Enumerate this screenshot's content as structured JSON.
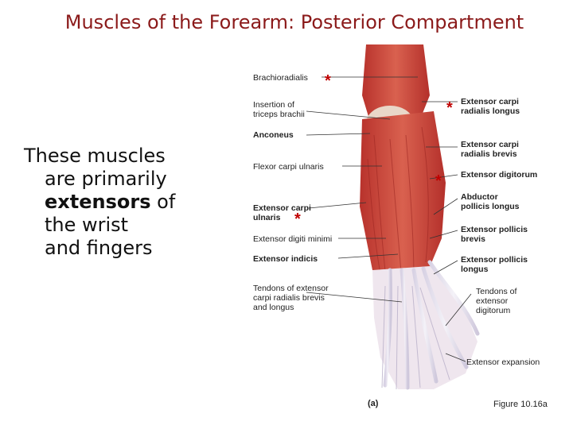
{
  "slide": {
    "title": "Muscles of the Forearm: Posterior Compartment",
    "body_lines": [
      "These muscles",
      "are primarily",
      "extensors",
      "of",
      "the wrist",
      "and fingers"
    ]
  },
  "figure": {
    "labels_left": [
      "Brachioradialis",
      "Insertion of",
      "triceps brachii",
      "Anconeus",
      "Flexor carpi ulnaris",
      "Extensor carpi",
      "ulnaris",
      "Extensor digiti minimi",
      "Extensor indicis",
      "Tendons of extensor",
      "carpi radialis brevis",
      "and longus"
    ],
    "labels_right": [
      "Extensor carpi",
      "radialis longus",
      "Extensor carpi",
      "radialis brevis",
      "Extensor digitorum",
      "Abductor",
      "pollicis longus",
      "Extensor pollicis",
      "brevis",
      "Extensor pollicis",
      "longus",
      "Tendons of",
      "extensor",
      "digitorum",
      "Extensor expansion"
    ],
    "marker": "*",
    "panel_tag": "(a)",
    "figure_number": "Figure 10.16a"
  },
  "colors": {
    "title": "#8b1a1a",
    "star": "#c00000",
    "muscle": "#c8473f",
    "tendon": "#e8e4ee"
  }
}
